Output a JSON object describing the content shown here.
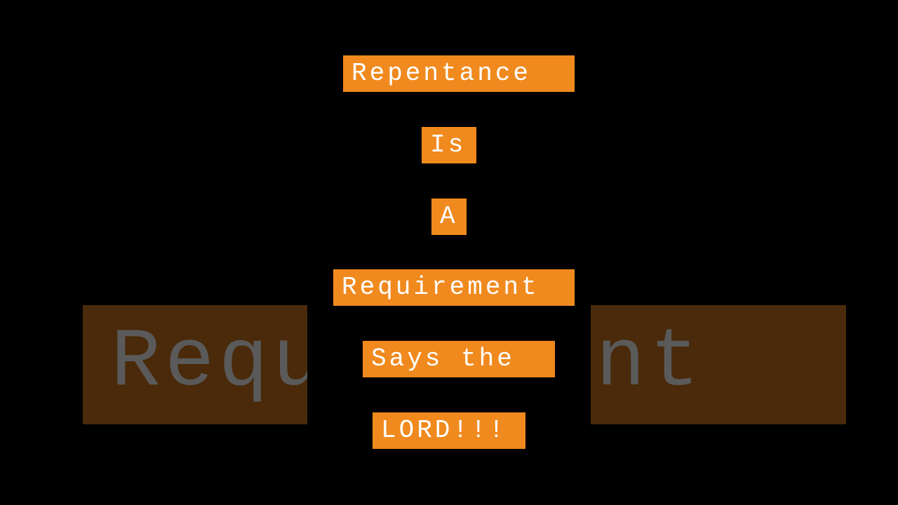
{
  "background": {
    "band_text": "Requirement",
    "band_color": "#4a2a0a",
    "page_color": "#000000"
  },
  "captions": [
    "Repentance ",
    "Is",
    "A",
    "Requirement ",
    "Says the ",
    "LORD!!!"
  ],
  "colors": {
    "caption_bg": "#f08a1e",
    "caption_text": "#ffffff"
  }
}
